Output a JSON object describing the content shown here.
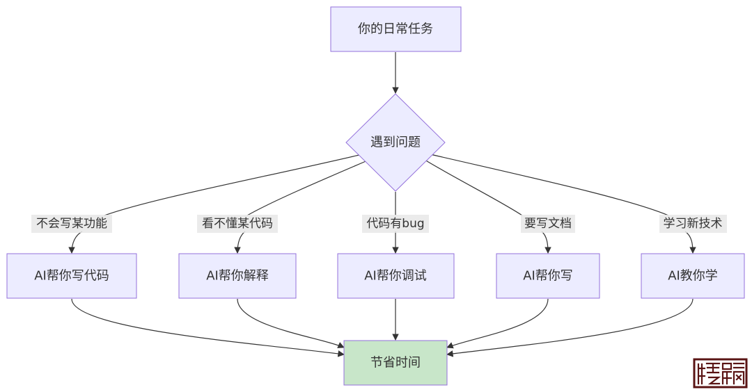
{
  "colors": {
    "node_fill": "#ECECFF",
    "node_border": "#9370DB",
    "end_fill": "#C8E6C9",
    "edge": "#333333",
    "label_bg": "#e8e8e8",
    "seal": "#5a1414"
  },
  "nodes": {
    "start": "你的日常任务",
    "decision": "遇到问题",
    "a1": "AI帮你写代码",
    "a2": "AI帮你解释",
    "a3": "AI帮你调试",
    "a4": "AI帮你写",
    "a5": "AI教你学",
    "end": "节省时间"
  },
  "edge_labels": {
    "l1": "不会写某功能",
    "l2": "看不懂某代码",
    "l3": "代码有bug",
    "l4": "要写文档",
    "l5": "学习新技术"
  },
  "watermark": {
    "icon": "seal-logo-icon"
  }
}
